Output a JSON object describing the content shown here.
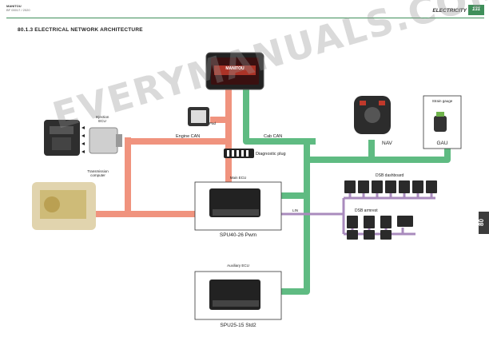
{
  "header": {
    "brand_line1": "MANITOU",
    "brand_line2": "BF 00017 / 2020",
    "section_name": "ELECTRICITY",
    "page_number": "131",
    "side_tab": "80"
  },
  "title": "80.1.3   ELECTRICAL NETWORK ARCHITECTURE",
  "labels": {
    "pad": "Pad",
    "injection_ecu": "Injection\nECU",
    "engine_can": "Engine CAN",
    "cab_can": "Cab CAN",
    "diagnostic_plug": "Diagnostic plug",
    "transmission_computer": "Transmission\ncomputer",
    "main_ecu": "Main ECU",
    "main_ecu_model": "SPU40-26 Pwm",
    "lin": "LIN",
    "auxiliary_ecu": "Auxiliary ECU",
    "aux_ecu_model": "SPU25-15 Std2",
    "strain_gauge": "Strain gauge",
    "nav": "NAV",
    "gau": "GAU",
    "dsb_dashboard": "DSB dashboard",
    "dsb_armrest": "DSB armrest",
    "display_logo": "MANITOU"
  },
  "watermark": "EVERYMANUALS.COM",
  "colors": {
    "engine_can": "#f0937e",
    "cab_can": "#5fbb82",
    "lin": "#a98bbd",
    "accent": "#3f8f5a"
  }
}
